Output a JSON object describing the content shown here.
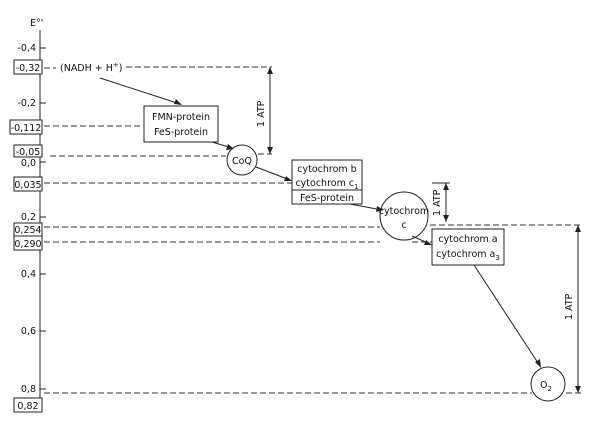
{
  "axis": {
    "title": "E°'",
    "ticks": [
      "-0,4",
      "-0,2",
      "0,0",
      "0,2",
      "0,4",
      "0,6",
      "0,8"
    ],
    "boxed_values": [
      "-0,32",
      "-0,112",
      "-0,05",
      "0,035",
      "0,254",
      "0,290",
      "0,82"
    ]
  },
  "nodes": {
    "nadh": "(NADH + H",
    "nadh_sup": "+",
    "nadh_close": ")",
    "fmn_lines": [
      "FMN-protein",
      "FeS-protein"
    ],
    "coq": "CoQ",
    "cyt_b_lines": [
      "cytochrom b",
      "cytochrom c",
      "FeS-protein"
    ],
    "cyt_c1_sub": "1",
    "cyt_c_lines": [
      "cytochrom",
      "c"
    ],
    "cyt_a_lines": [
      "cytochrom a",
      "cytochrom a"
    ],
    "cyt_a3_sub": "3",
    "o2": "O",
    "o2_sub": "2"
  },
  "atp_labels": [
    "1 ATP",
    "1 ATP",
    "1 ATP"
  ]
}
